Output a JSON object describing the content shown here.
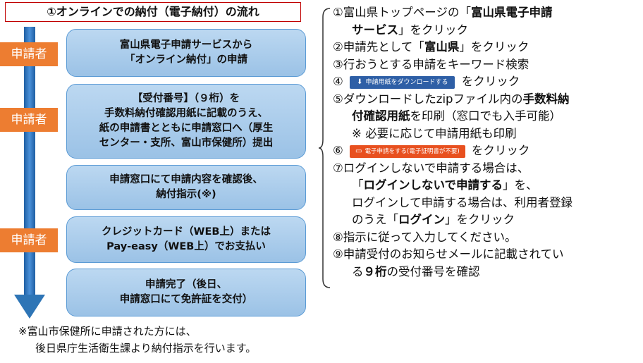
{
  "title": "①オンラインでの納付（電子納付）の流れ",
  "roles": [
    "申請者",
    "申請者",
    "申請者"
  ],
  "steps": [
    "富山県電子申請サービスから\n「オンライン納付」の申請",
    "【受付番号】（９桁）を\n手数料納付確認用紙に記載のうえ、\n紙の申請書とともに申請窓口へ（厚生\nセンター・支所、富山市保健所）提出",
    "申請窓口にて申請内容を確認後、\n納付指示(※)",
    "クレジットカード（WEB上）または\nPay-easy（WEB上）でお支払い",
    "申請完了（後日、\n申請窓口にて免許証を交付）"
  ],
  "instructions": {
    "l1_a": "①富山県トップページの「",
    "l1_b": "富山県電子申請",
    "l2_a": "サービス",
    "l2_b": "」をクリック",
    "l3_a": "②申請先として「",
    "l3_b": "富山県",
    "l3_c": "」をクリック",
    "l4": "③行おうとする申請をキーワード検索",
    "l5_num": "④",
    "l5_btn": "申請用紙をダウンロードする",
    "l5_after": "をクリック",
    "l6_a": "⑤ダウンロードしたzipファイル内の",
    "l6_b": "手数料納",
    "l7_a": "付確認用紙",
    "l7_b": "を印刷（窓口でも入手可能）",
    "l8": "※ 必要に応じて申請用紙も印刷",
    "l9_num": "⑥",
    "l9_btn": "電子申請をする(電子証明書が不要)",
    "l9_after": "をクリック",
    "l10": "⑦ログインしないで申請する場合は、",
    "l11_a": "「",
    "l11_b": "ログインしないで申請する",
    "l11_c": "」を、",
    "l12": "ログインして申請する場合は、利用者登録",
    "l13_a": "のうえ「",
    "l13_b": "ログイン",
    "l13_c": "」をクリック",
    "l14": "⑧指示に従って入力してください。",
    "l15": "⑨申請受付のお知らせメールに記載されてい",
    "l16_a": "る",
    "l16_b": "９桁",
    "l16_c": "の受付番号を確認"
  },
  "footnote": {
    "line1": "※富山市保健所に申請された方には、",
    "line2": "後日県庁生活衛生課より納付指示を行います。"
  },
  "colors": {
    "arrow": "#2e75b6",
    "role_bg": "#ed7d31",
    "step_bg": "#9bc2e6",
    "title_border": "#c00000"
  }
}
